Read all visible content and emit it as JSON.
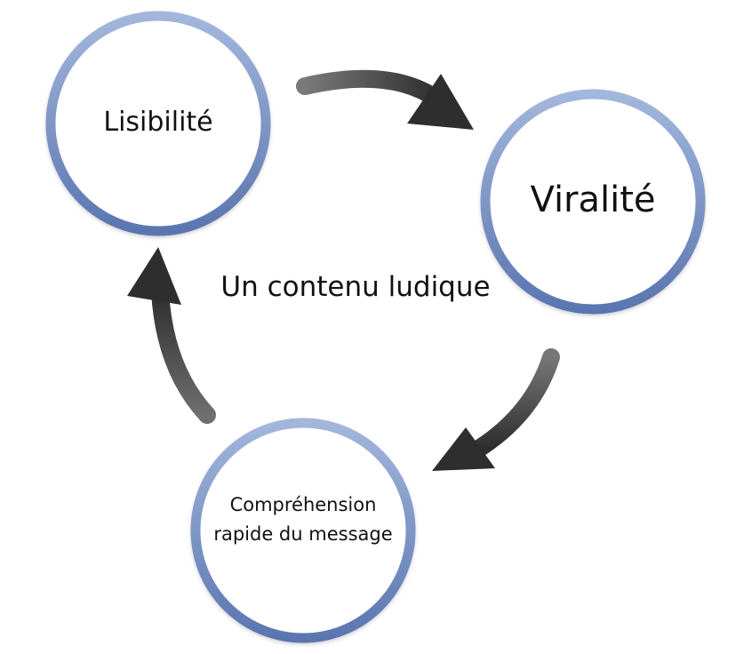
{
  "center_label": "Un contenu ludique",
  "nodes": {
    "lisibilite": "Lisibilité",
    "viralite": "Viralité",
    "comprehension_line1": "Compréhension",
    "comprehension_line2": "rapide du message"
  },
  "colors": {
    "ring_light": "#97acd6",
    "ring_dark": "#5c78b2",
    "arrow_light": "#7c7c7c",
    "arrow_dark": "#2c2c2c"
  }
}
